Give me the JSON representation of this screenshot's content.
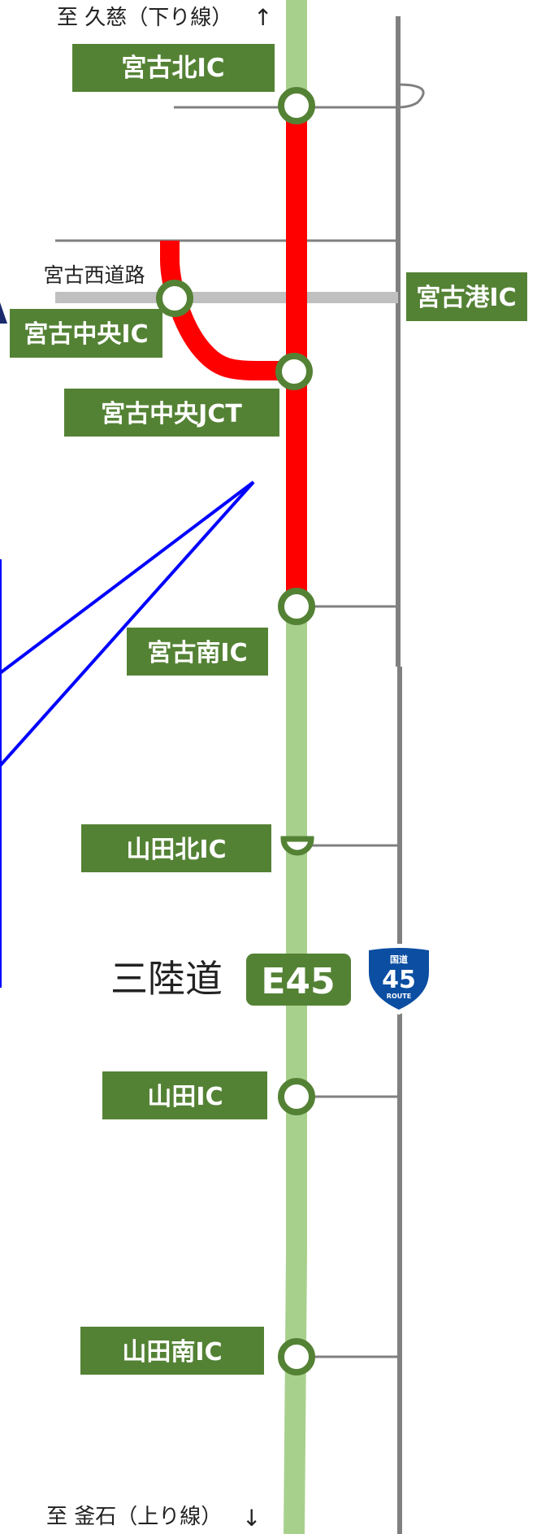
{
  "direction": {
    "north_text": "至 久慈（下り線）",
    "north_arrow": "↑",
    "south_text": "至 釜石（上り線）",
    "south_arrow": "↓"
  },
  "route": {
    "name": "三陸道",
    "expressway_code": "E45",
    "national_route_kanji": "国道",
    "national_route_number": "45",
    "national_route_word": "ROUTE"
  },
  "interchanges": {
    "miyako_kita": "宮古北IC",
    "miyako_chuo": "宮古中央IC",
    "miyako_chuo_jct": "宮古中央JCT",
    "miyako_minami": "宮古南IC",
    "yamada_kita": "山田北IC",
    "yamada": "山田IC",
    "yamada_minami": "山田南IC",
    "miyako_ko": "宮古港IC"
  },
  "roads": {
    "miyako_nishi_road": "宮古西道路"
  },
  "colors": {
    "expressway": "#a8d08d",
    "highlighted_section": "#ff0000",
    "label_bg": "#548235",
    "node_ring": "#548235",
    "national_route_line": "#808080",
    "side_road": "#c0c0c0",
    "blue_outline": "#0000ff",
    "route_shield": "#0b4ea2"
  }
}
